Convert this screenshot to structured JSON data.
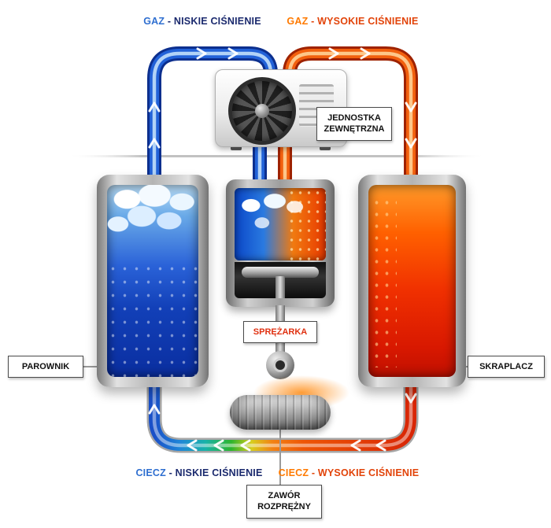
{
  "diagram": {
    "flow_labels": {
      "gas_low": {
        "keyword": "GAZ",
        "rest": " - NISKIE CIŚNIENIE"
      },
      "gas_high": {
        "keyword": "GAZ",
        "rest": " - WYSOKIE CIŚNIENIE"
      },
      "liquid_low": {
        "keyword": "CIECZ",
        "rest": " - NISKIE CIŚNIENIE"
      },
      "liquid_high": {
        "keyword": "CIECZ",
        "rest": " - WYSOKIE CIŚNIENIE"
      }
    },
    "components": {
      "outdoor_unit": {
        "line1": "JEDNOSTKA",
        "line2": "ZEWNĘTRZNA"
      },
      "evaporator": "PAROWNIK",
      "condenser": "SKRAPLACZ",
      "compressor": "SPRĘŻARKA",
      "expansion_valve": {
        "line1": "ZAWÓR",
        "line2": "ROZPRĘŻNY"
      }
    },
    "colors": {
      "low_pressure_blue": "#2262d8",
      "high_pressure_orange": "#f2600e",
      "label_blue": "#2f6fd0",
      "label_navy": "#1b2a6e",
      "label_orange": "#ff7a00",
      "label_red_orange": "#e2440a",
      "compressor_label_red": "#e03010"
    }
  }
}
